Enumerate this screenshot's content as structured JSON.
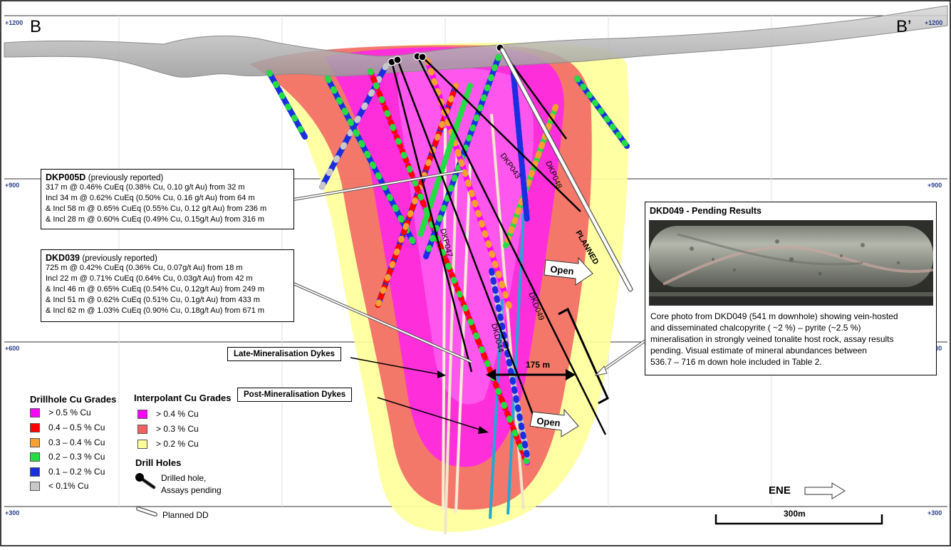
{
  "section": {
    "start_label": "B",
    "end_label": "B’"
  },
  "elevations": [
    "+1200",
    "+900",
    "+600",
    "+300"
  ],
  "holes": [
    "DKP043",
    "DKP048",
    "DKP047",
    "DKD049",
    "DKD044"
  ],
  "planned_label": "PLANNED",
  "open_labels": [
    "Open",
    "Open"
  ],
  "dimension": "175 m",
  "dkp005d": {
    "title": "DKP005D",
    "subtitle": "(previously reported)",
    "lines": [
      "317 m @ 0.46% CuEq (0.38% Cu, 0.10 g/t Au) from 32 m",
      "Incl 34 m @ 0.62% CuEq (0.50% Cu, 0.16 g/t Au) from 64 m",
      "& Incl 58 m @ 0.65% CuEq (0.55% Cu, 0.12 g/t Au) from 236 m",
      "& Incl 28 m @ 0.60% CuEq (0.49% Cu, 0.15g/t Au) from 316 m"
    ]
  },
  "dkd039": {
    "title": "DKD039",
    "subtitle": "(previously reported)",
    "lines": [
      "725 m @ 0.42% CuEq (0.36% Cu, 0.07g/t Au) from 18 m",
      "Incl 22 m @ 0.71% CuEq (0.64% Cu, 0.03g/t Au) from 42 m",
      "& Incl 46 m @ 0.65% CuEq (0.54% Cu, 0.12g/t Au) from 249 m",
      "& Incl 51 m @ 0.62% CuEq (0.51% Cu, 0.1g/t Au) from 433 m",
      "& Incl 62 m @ 1.03% CuEq (0.90% Cu, 0.18g/t Au) from 671 m"
    ]
  },
  "dkd049": {
    "title": "DKD049 - Pending Results",
    "caption": [
      "Core photo from DKD049 (541 m downhole) showing vein-hosted",
      "and disseminated chalcopyrite ( ~2 %) – pyrite (~2.5 %)",
      "mineralisation in strongly veined tonalite host rock, assay results",
      "pending. Visual estimate of mineral abundances between",
      "536.7 – 716 m down hole included in Table 2."
    ]
  },
  "callouts": {
    "late": "Late-Mineralisation Dykes",
    "post": "Post-Mineralisation Dykes"
  },
  "legend": {
    "drillhole_title": "Drillhole Cu Grades",
    "drillhole": [
      {
        "label": "> 0.5 % Cu",
        "color": "#ff00ff"
      },
      {
        "label": "0.4 – 0.5 % Cu",
        "color": "#ff0000"
      },
      {
        "label": "0.3 – 0.4 % Cu",
        "color": "#f5a030"
      },
      {
        "label": "0.2 – 0.3 % Cu",
        "color": "#22dd44"
      },
      {
        "label": "0.1 – 0.2 % Cu",
        "color": "#1a2ee0"
      },
      {
        "label": "< 0.1% Cu",
        "color": "#c8c8c8"
      }
    ],
    "interpolant_title": "Interpolant Cu Grades",
    "interpolant": [
      {
        "label": "> 0.4 % Cu",
        "color": "#ff00ff"
      },
      {
        "label": "> 0.3 % Cu",
        "color": "#f26060"
      },
      {
        "label": "> 0.2 % Cu",
        "color": "#ffff99"
      }
    ],
    "drill_title": "Drill Holes",
    "drilled_line1": "Drilled hole,",
    "drilled_line2": "Assays pending",
    "planned": "Planned DD"
  },
  "direction": "ENE",
  "scale": "300m"
}
